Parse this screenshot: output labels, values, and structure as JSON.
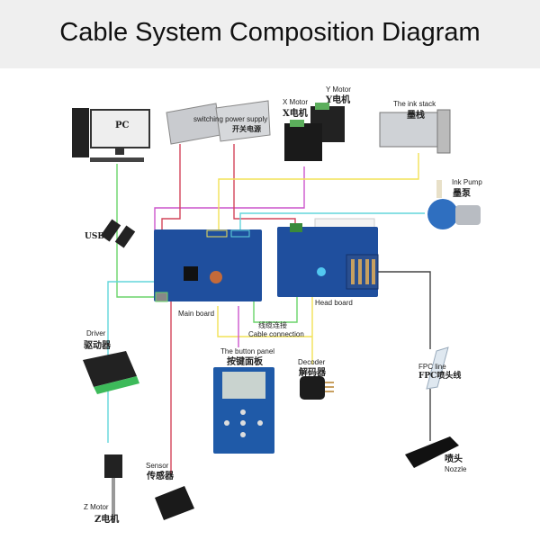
{
  "title": "Cable System Composition Diagram",
  "components": {
    "pc": {
      "label": "PC"
    },
    "power_supply": {
      "label_en": "switching power supply",
      "label_cn": "开关电源"
    },
    "x_motor": {
      "label_en": "X Motor",
      "label_cn": "X电机"
    },
    "y_motor": {
      "label_en": "Y Motor",
      "label_cn": "Y电机"
    },
    "ink_stack": {
      "label_en": "The ink stack",
      "label_cn": "墨栈"
    },
    "ink_pump": {
      "label_en": "Ink Pump",
      "label_cn": "墨泵"
    },
    "usb": {
      "label": "USB"
    },
    "main_board": {
      "label": "Main board"
    },
    "head_board": {
      "label": "Head board"
    },
    "cable_connection": {
      "label_cn": "线缆连接",
      "label_en": "Cable connection"
    },
    "driver": {
      "label_en": "Driver",
      "label_cn": "驱动器"
    },
    "button_panel": {
      "label_en": "The button panel",
      "label_cn": "按键面板"
    },
    "decoder": {
      "label_en": "Decoder",
      "label_cn": "解码器"
    },
    "fpc_line": {
      "label_en": "FPC line",
      "label_cn": "FPC喷头线"
    },
    "nozzle": {
      "label_cn": "喷头",
      "label_en": "Nozzle"
    },
    "z_motor": {
      "label_en": "Z Motor",
      "label_cn": "Z电机"
    },
    "sensor": {
      "label_en": "Sensor",
      "label_cn": "传感器"
    }
  },
  "colors": {
    "header_bg": "#efefef",
    "board_blue": "#1f4f9e",
    "wire_green": "#6ad46a",
    "wire_cyan": "#62d6dc",
    "wire_red": "#d2455a",
    "wire_magenta": "#cc55cc",
    "wire_yellow": "#f2e256",
    "wire_dark": "#444444"
  }
}
